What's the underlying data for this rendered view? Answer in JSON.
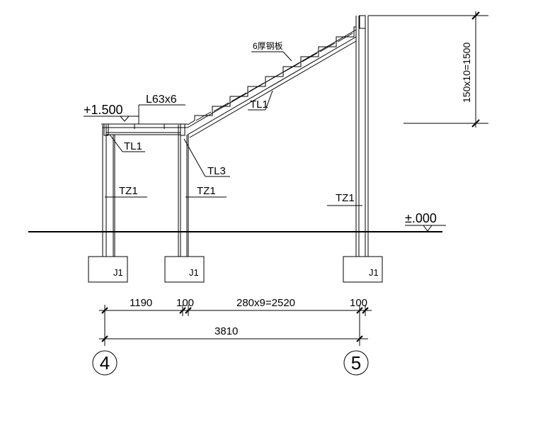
{
  "labels": {
    "elev_top": "+1.500",
    "angle": "L63x6",
    "plate": "6厚钢板",
    "tl1_beam": "TL1",
    "tl1_stair": "TL1",
    "tl3": "TL3",
    "tz1_left": "TZ1",
    "tz1_mid": "TZ1",
    "tz1_right": "TZ1",
    "elev_ground": "±.000",
    "rise": "150x10=1500",
    "j1_left": "J1",
    "j1_mid": "J1",
    "j1_right": "J1"
  },
  "dims": {
    "d1": "1190",
    "d2": "100",
    "d3": "280x9=2520",
    "d4": "100",
    "total": "3810"
  },
  "axes": {
    "left": "4",
    "right": "5"
  }
}
